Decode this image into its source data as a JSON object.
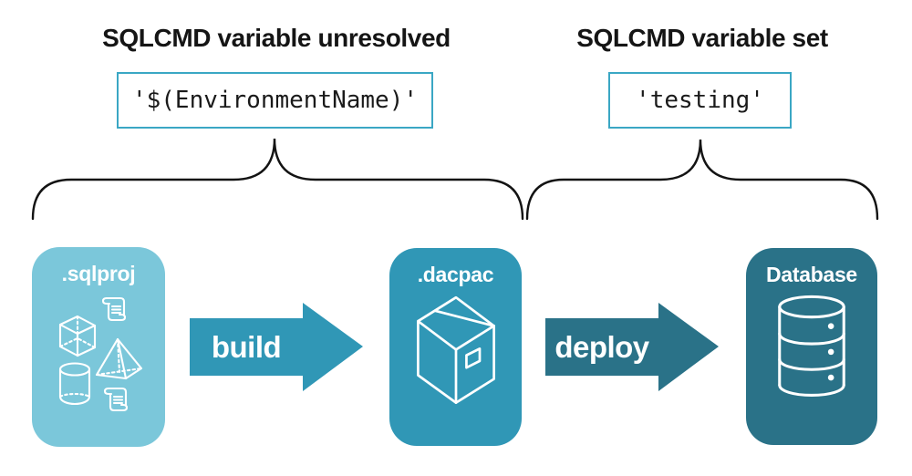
{
  "annotations": {
    "left": {
      "heading": "SQLCMD variable unresolved",
      "code": "'$(EnvironmentName)'"
    },
    "right": {
      "heading": "SQLCMD variable set",
      "code": "'testing'"
    }
  },
  "flow": {
    "nodes": [
      {
        "label": ".sqlproj",
        "icon": "sql-project-objects-icon"
      },
      {
        "label": ".dacpac",
        "icon": "package-box-icon"
      },
      {
        "label": "Database",
        "icon": "database-cylinder-icon"
      }
    ],
    "arrows": [
      {
        "label": "build"
      },
      {
        "label": "deploy"
      }
    ]
  },
  "colors": {
    "sqlproj_fill": "#7BC7DA",
    "dacpac_fill": "#3097B6",
    "database_fill": "#2A7288",
    "build_arrow_fill": "#3097B6",
    "deploy_arrow_fill": "#2A7288",
    "code_box_border": "#3AA7C4",
    "heading_text": "#151515",
    "brace_stroke": "#131313",
    "node_icon_stroke": "#FFFFFF",
    "node_label_text": "#FFFFFF"
  }
}
